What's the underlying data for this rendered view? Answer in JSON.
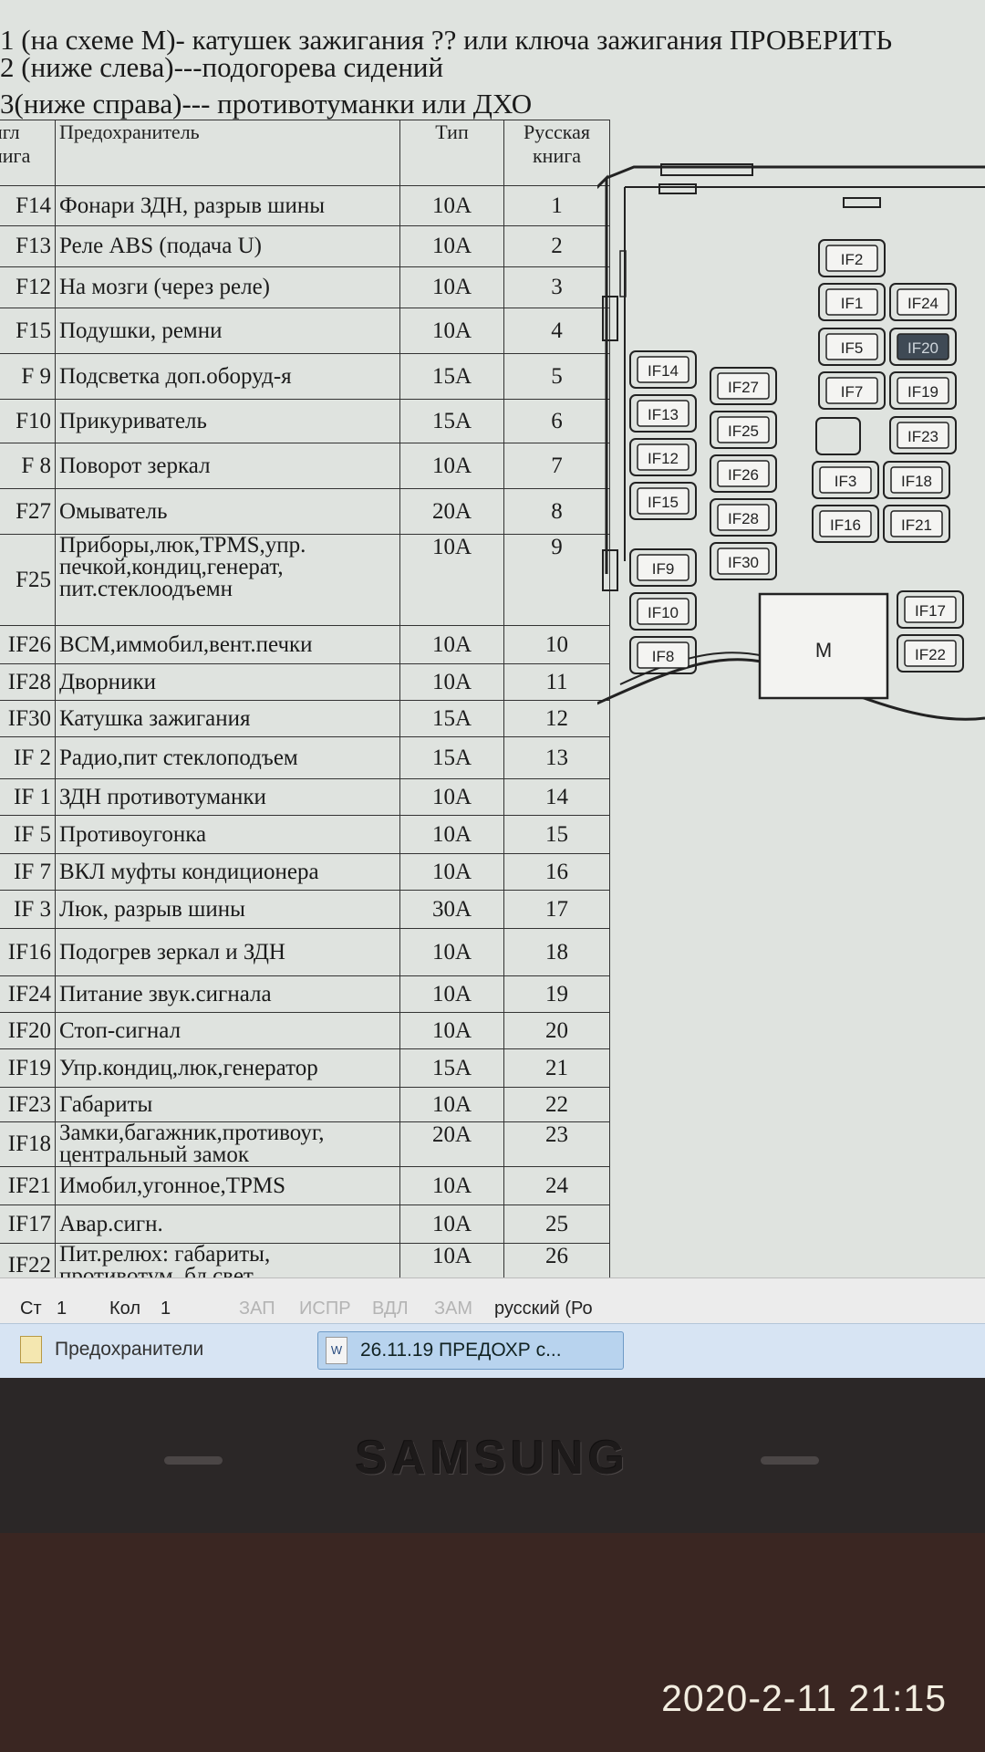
{
  "notes": [
    "1 (на схеме М)- катушек зажигания ?? или ключа зажигания ПРОВЕРИТЬ",
    "2 (ниже слева)---подогорева сидений",
    "3(ниже справа)--- противотуманки или ДХО"
  ],
  "table": {
    "headers": {
      "code": "нгл\nнига",
      "name": "Предохранитель",
      "type": "Тип",
      "book": "Русская\nкнига"
    },
    "rows": [
      {
        "code": "F14",
        "name": "Фонари ЗДН, разрыв шины",
        "type": "10A",
        "num": "1"
      },
      {
        "code": "F13",
        "name": "Реле ABS (подача U)",
        "type": "10A",
        "num": "2"
      },
      {
        "code": "F12",
        "name": "На мозги (через реле)",
        "type": "10A",
        "num": "3"
      },
      {
        "code": "F15",
        "name": "Подушки, ремни",
        "type": "10A",
        "num": "4"
      },
      {
        "code": "F 9",
        "name": "Подсветка доп.оборуд-я",
        "type": "15A",
        "num": "5"
      },
      {
        "code": "F10",
        "name": "Прикуриватель",
        "type": "15A",
        "num": "6"
      },
      {
        "code": "F 8",
        "name": "Поворот зеркал",
        "type": "10A",
        "num": "7"
      },
      {
        "code": "F27",
        "name": "Омыватель",
        "type": "20A",
        "num": "8"
      },
      {
        "code": "F25",
        "name": "Приборы,люк,TPMS,упр.\nпечкой,кондиц,генерат,\nпит.стеклоодъемн",
        "type": "10A",
        "num": "9"
      },
      {
        "code": "IF26",
        "name": "BCM,иммобил,вент.печки",
        "type": "10A",
        "num": "10"
      },
      {
        "code": "IF28",
        "name": "Дворники",
        "type": "10A",
        "num": "11"
      },
      {
        "code": "IF30",
        "name": "Катушка зажигания",
        "type": "15A",
        "num": "12"
      },
      {
        "code": "IF 2",
        "name": "Радио,пит стеклоподъем",
        "type": "15A",
        "num": "13"
      },
      {
        "code": "IF 1",
        "name": "ЗДН противотуманки",
        "type": "10A",
        "num": "14"
      },
      {
        "code": "IF 5",
        "name": "Противоугонка",
        "type": "10A",
        "num": "15"
      },
      {
        "code": "IF 7",
        "name": "ВКЛ муфты кондиционера",
        "type": "10A",
        "num": "16"
      },
      {
        "code": "IF 3",
        "name": "Люк, разрыв шины",
        "type": "30A",
        "num": "17"
      },
      {
        "code": "IF16",
        "name": "Подогрев зеркал и ЗДН",
        "type": "10A",
        "num": "18"
      },
      {
        "code": "IF24",
        "name": "Питание звук.сигнала",
        "type": "10A",
        "num": "19"
      },
      {
        "code": "IF20",
        "name": "Стоп-сигнал",
        "type": "10A",
        "num": "20"
      },
      {
        "code": "IF19",
        "name": "Упр.кондиц,люк,генератор",
        "type": "15A",
        "num": "21"
      },
      {
        "code": "IF23",
        "name": "Габариты",
        "type": "10A",
        "num": "22"
      },
      {
        "code": "IF18",
        "name": "Замки,багажник,противоуг,\nцентральный замок",
        "type": "20A",
        "num": "23"
      },
      {
        "code": "IF21",
        "name": "Имобил,угонное,TPMS",
        "type": "10A",
        "num": "24"
      },
      {
        "code": "IF17",
        "name": "Авар.сигн.",
        "type": "10A",
        "num": "25"
      },
      {
        "code": "IF22",
        "name": "Пит.релюх: габариты,\nпротивотум, бл.свет",
        "type": "10A",
        "num": "26"
      }
    ]
  },
  "diagram": {
    "fuses": [
      "IF2",
      "IF1",
      "IF24",
      "IF5",
      "IF20",
      "IF7",
      "IF19",
      "IF23",
      "IF3",
      "IF18",
      "IF16",
      "IF21",
      "IF14",
      "IF13",
      "IF12",
      "IF15",
      "IF27",
      "IF25",
      "IF26",
      "IF28",
      "IF30",
      "IF9",
      "IF10",
      "IF8",
      "IF17",
      "IF22"
    ],
    "relay_label": "M"
  },
  "statusbar": {
    "page": "Ст",
    "page_value": "1",
    "col": "Кол",
    "col_value": "1",
    "rec": "ЗАП",
    "trk": "ИСПР",
    "ext": "ВДЛ",
    "ovr": "ЗАМ",
    "language": "русский (Ро"
  },
  "taskbar": {
    "task1": "Предохранители",
    "task2": "26.11.19 ПРЕДОХР с...",
    "task2_icon": "W"
  },
  "bezel": {
    "brand": "SAMSUNG"
  },
  "photo": {
    "timestamp": "2020-2-11 21:15"
  },
  "colors": {
    "code_red": "#c23a3a",
    "screen_bg": "#dfe3df",
    "taskbar": "#d7e4f3"
  }
}
